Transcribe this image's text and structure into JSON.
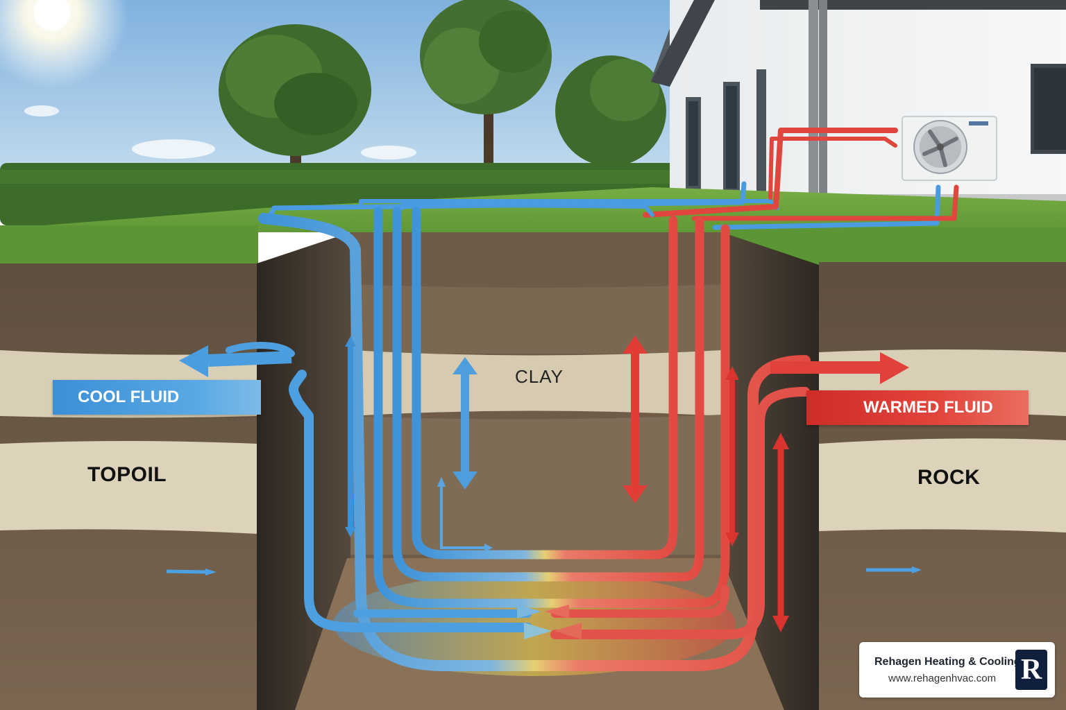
{
  "labels": {
    "cool_fluid": "COOL FLUID",
    "warmed_fluid": "WARMED FLUID",
    "layer_left": "TOPOIL",
    "layer_center": "CLAY",
    "layer_right": "ROCK"
  },
  "branding": {
    "company": "Rehagen Heating & Cooling",
    "website": "www.rehagenhvac.com",
    "logo_letter": "R"
  },
  "colors": {
    "cool": "#4a9ee0",
    "warm": "#e0413a",
    "grass": "#5f9a3a",
    "soil": "#6b5a47",
    "sand_layer": "#d8cdb2",
    "sky": "#a8cbe8"
  },
  "icons": [
    "sun-icon",
    "tree-icon",
    "house-icon",
    "heat-pump-unit-icon",
    "fan-icon"
  ]
}
